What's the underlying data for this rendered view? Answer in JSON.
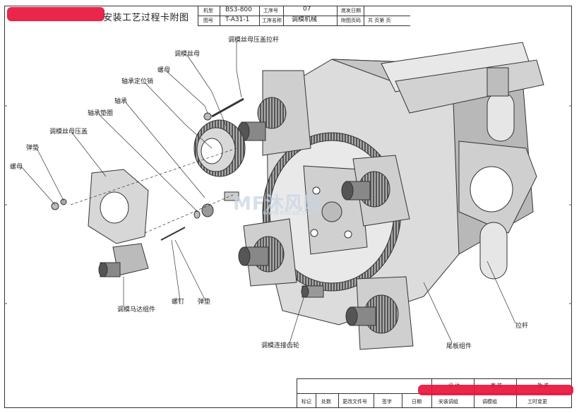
{
  "header": {
    "title": "安装工艺过程卡附图",
    "labels": {
      "model": "机型",
      "model_value": "BS3-800",
      "proc_no": "工序号",
      "proc_no_value": "07",
      "issue_date": "底发日期",
      "drawing_no": "图号",
      "drawing_no_value": "T-A31-1",
      "proc_name": "工序名称",
      "proc_name_value": "调模机械",
      "page": "附图页码",
      "pages_total": "共 页第 页"
    }
  },
  "callouts": {
    "tie_rod": "调模丝母压盖拉杆",
    "adj_nut": "调模丝母",
    "nut_top": "螺母",
    "bearing_pin": "轴承定位销",
    "bearing": "轴承",
    "bearing_washer": "轴承垫圈",
    "nut_cover": "调模丝母压盖",
    "spring_washer_left": "弹垫",
    "nut_left": "螺母",
    "motor": "调模马达组件",
    "screw": "螺钉",
    "spring_washer_bottom": "弹垫",
    "gear": "调模连接齿轮",
    "tail_plate": "尾板组件",
    "pull_rod": "拉杆"
  },
  "watermark": {
    "brand": "MF沐风网",
    "url": "www.mfcad.com"
  },
  "title_block": {
    "design": "设 计",
    "review": "审 核",
    "approve": "批 准",
    "mark": "标记",
    "count": "处数",
    "change_doc": "更改文件号",
    "sign": "签字",
    "date": "日期",
    "install_proc": "安装调组",
    "adj_group": "调模组",
    "work_change": "工时变更"
  }
}
